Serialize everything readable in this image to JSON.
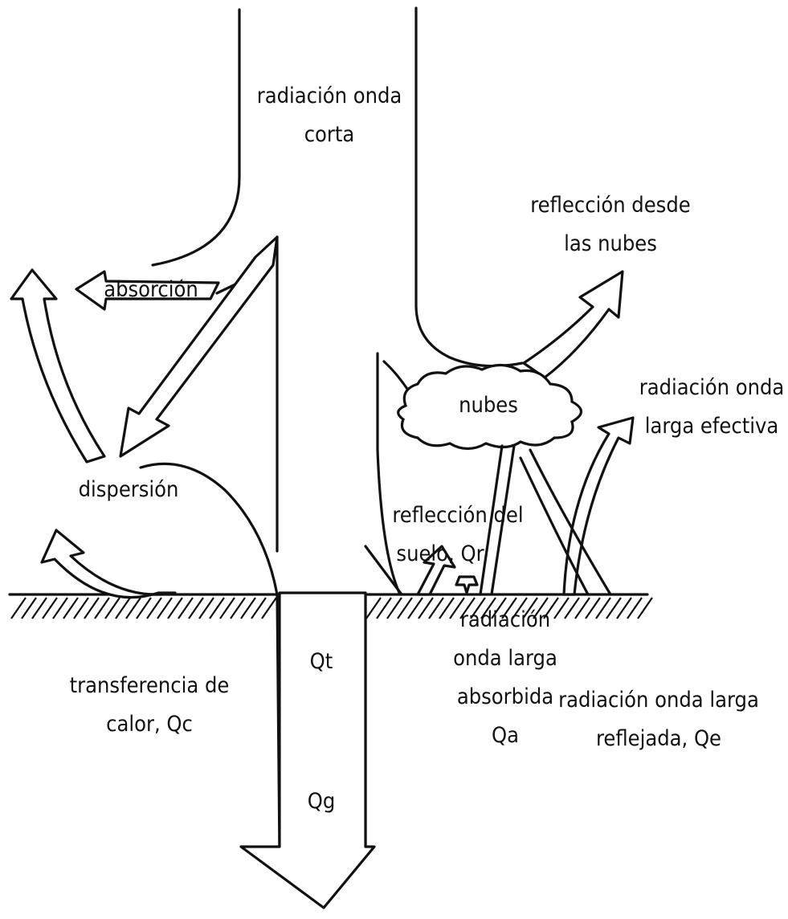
{
  "labels": {
    "shortwave_1": "radiación onda",
    "shortwave_2": "corta",
    "cloud_reflection_1": "reflección desde",
    "cloud_reflection_2": "las nubes",
    "absorption": "absorción",
    "clouds": "nubes",
    "effective_lw_1": "radiación onda",
    "effective_lw_2": "larga efectiva",
    "scattering": "dispersión",
    "ground_reflection_1": "reflección del",
    "ground_reflection_2": "suelo, Qr",
    "absorbed_lw_1": "radiación",
    "absorbed_lw_2": "onda larga",
    "absorbed_lw_3": "absorbida",
    "absorbed_lw_4": "Qa",
    "qt": "Qt",
    "heat_transfer_1": "transferencia de",
    "heat_transfer_2": "calor, Qc",
    "reflected_lw_1": "radiación onda larga",
    "reflected_lw_2": "reflejada, Qe",
    "qg": "Qg"
  },
  "colors": {
    "stroke": "#111111",
    "background": "#ffffff"
  }
}
